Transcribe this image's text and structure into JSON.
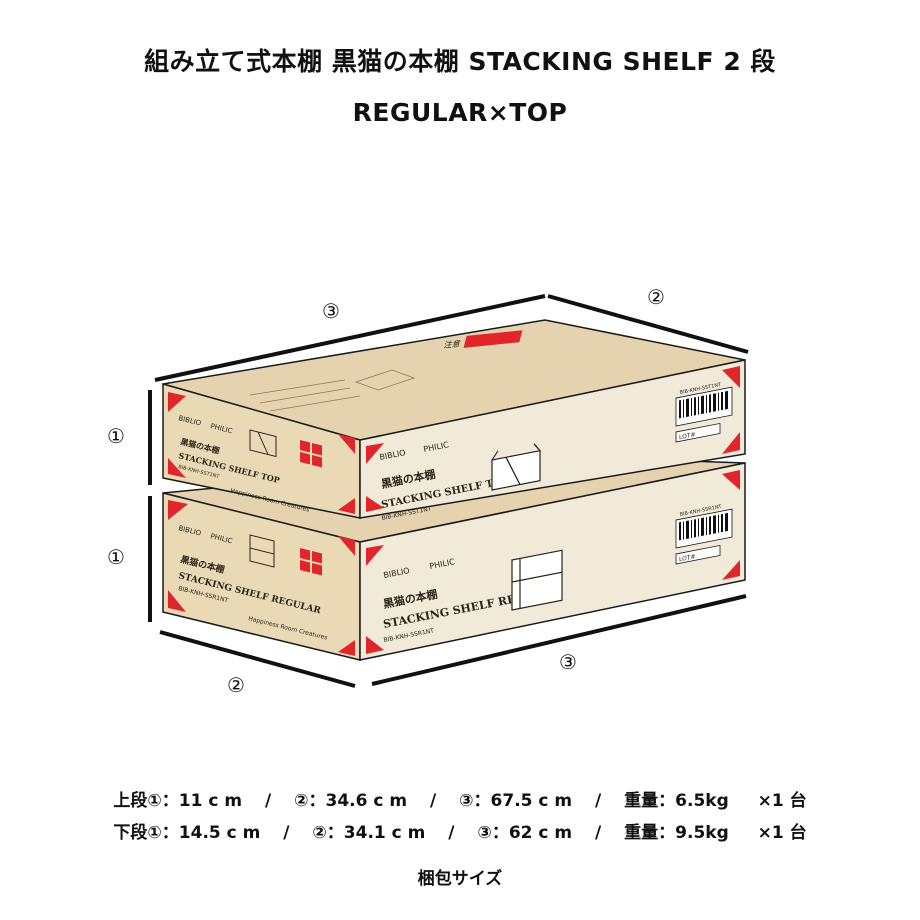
{
  "title": {
    "line1": "組み立て式本棚 黒猫の本棚 STACKING SHELF 2 段",
    "line2": "REGULAR×TOP"
  },
  "dimension_markers": {
    "height": "①",
    "depth": "②",
    "width": "③"
  },
  "boxes": {
    "top": {
      "brand_left": "BIBLIO",
      "brand_right": "PHILIC",
      "name_jp": "黒猫の本棚",
      "name_en": "STACKING SHELF TOP",
      "code": "BIB-KNH-SST1NT",
      "barcode_code": "BIB-KNH-SST1NT",
      "qty_label": "LOT#",
      "lid_label": "注意",
      "maker": "Happiness Room Creatures"
    },
    "bottom": {
      "brand_left": "BIBLIO",
      "brand_right": "PHILIC",
      "name_jp": "黒猫の本棚",
      "name_en": "STACKING SHELF REGULAR",
      "code": "BIB-KNH-SSR1NT",
      "barcode_code": "BIB-KNH-SSR1NT",
      "qty_label": "LOT#",
      "maker": "Happiness Room Creatures"
    }
  },
  "specs": {
    "row1": "上段①：11 c m　 /　 ②：34.6 c m　 /　 ③：67.5 c m　 /　 重量：6.5kg　  ×1 台",
    "row2": "下段①：14.5 c m　 /　 ②：34.1 c m　 /　 ③：62 c m　 /　 重量：9.5kg　  ×1 台"
  },
  "caption": "梱包サイズ",
  "colors": {
    "carton_front": "#f1ead8",
    "carton_side": "#ead9b5",
    "carton_lid": "#e4d3ae",
    "corner_red": "#e0262b",
    "outline": "#1a1a1a"
  }
}
